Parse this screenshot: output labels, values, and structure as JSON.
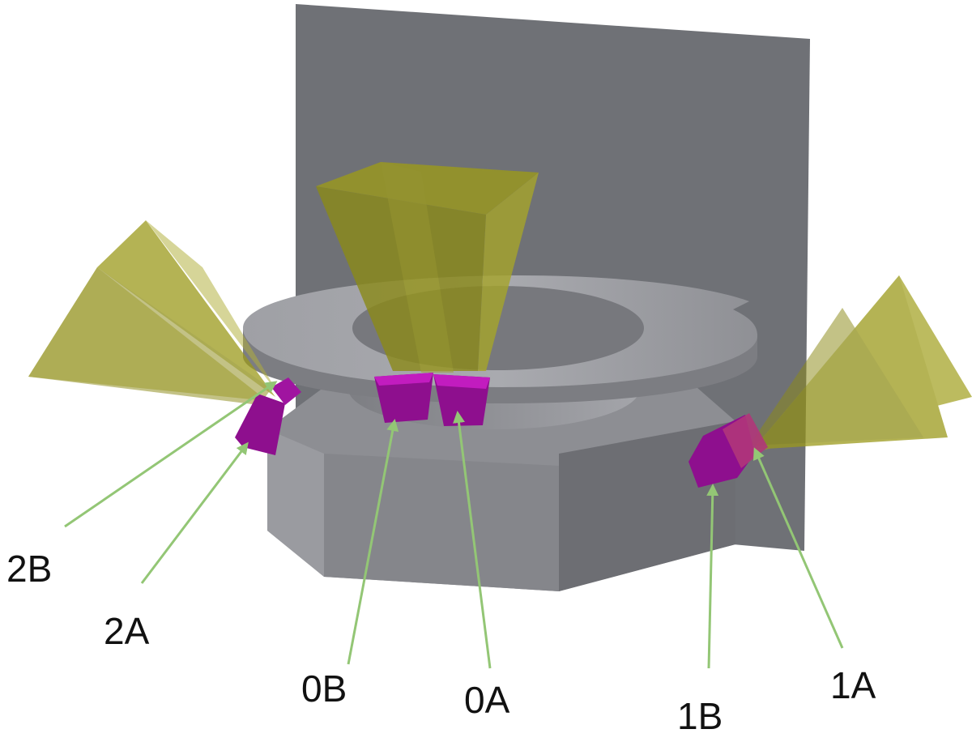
{
  "labels": {
    "2B": "2B",
    "2A": "2A",
    "0B": "0B",
    "0A": "0A",
    "1B": "1B",
    "1A": "1A"
  },
  "colors": {
    "background": "#ffffff",
    "backplate": "#6f7176",
    "ring_top": "#9c9da2",
    "ring_edge": "#7c7d82",
    "hexagon": "#8d8e93",
    "hexagon_dark": "#6d6e73",
    "sensor": "#8e0f8e",
    "sensor_highlight": "#c21cbf",
    "cone": "#9b9a1c",
    "arrow": "#93c675",
    "label_text": "#111111"
  }
}
